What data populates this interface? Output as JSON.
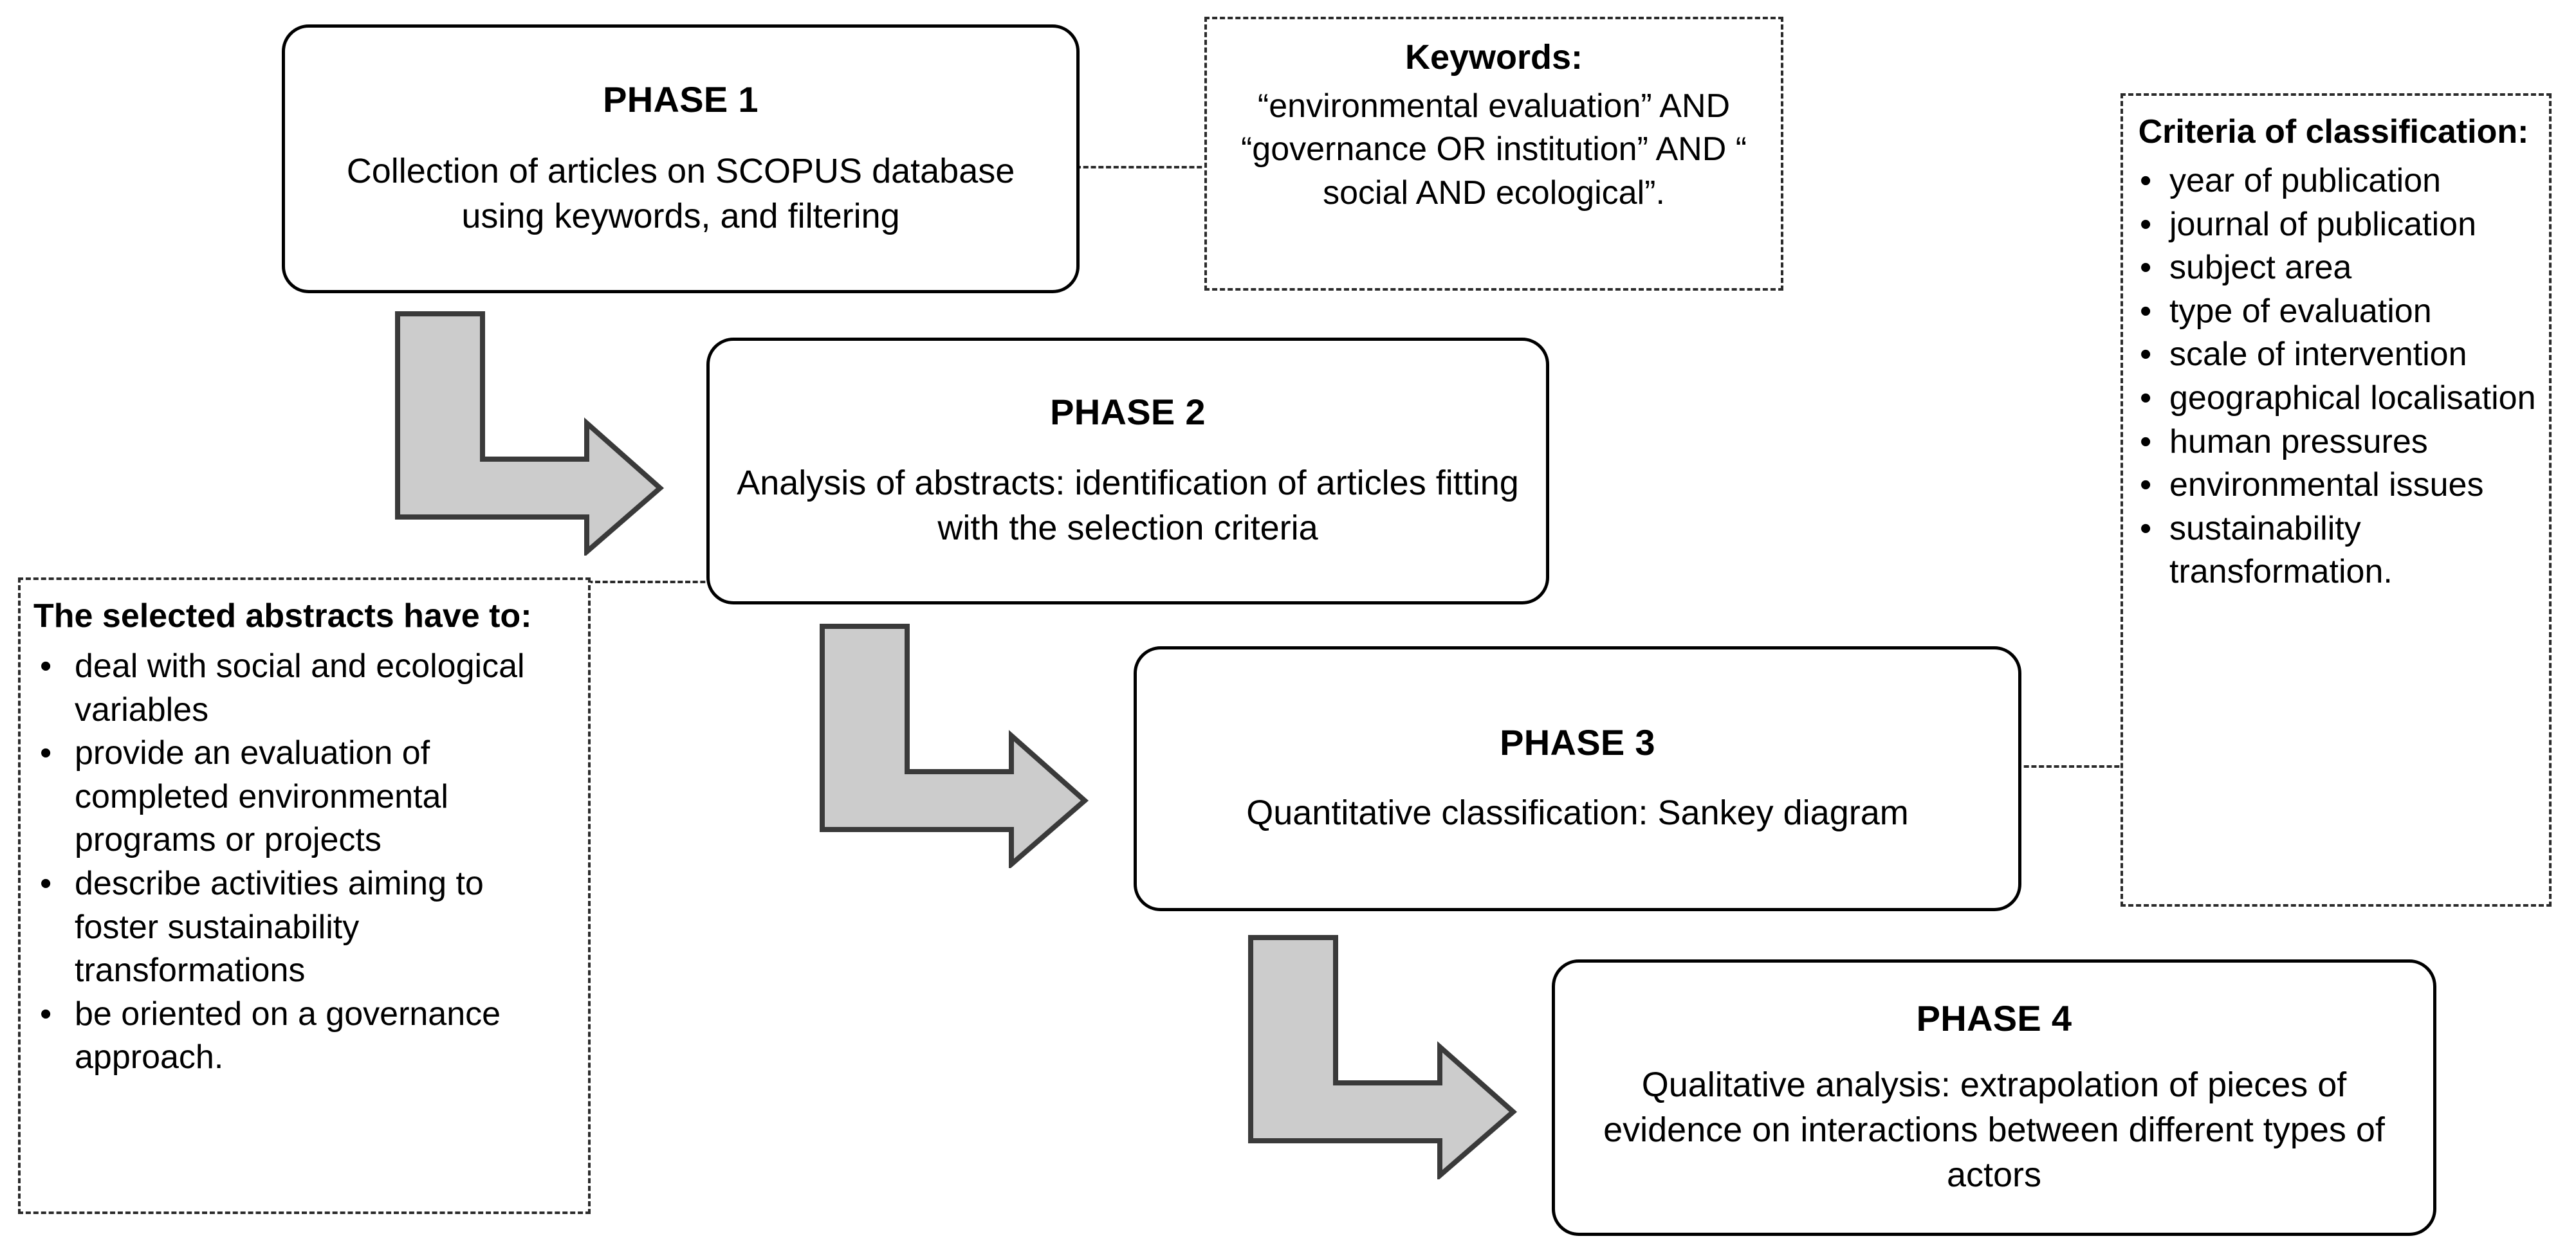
{
  "diagram": {
    "title": "Research methodology flow diagram",
    "colors": {
      "box_border": "#000000",
      "note_border": "#2b2b2b",
      "arrow_fill": "#cccccc",
      "arrow_stroke": "#3a3a3a",
      "background": "#ffffff",
      "text": "#000000"
    }
  },
  "phases": [
    {
      "title": "PHASE 1",
      "body": "Collection of articles on SCOPUS database using keywords, and filtering"
    },
    {
      "title": "PHASE 2",
      "body": "Analysis of abstracts: identification of articles fitting with the selection criteria"
    },
    {
      "title": "PHASE 3",
      "body": "Quantitative classification: Sankey diagram"
    },
    {
      "title": "PHASE 4",
      "body": "Qualitative analysis: extrapolation of pieces of evidence on interactions between different types of actors"
    }
  ],
  "keywords_note": {
    "title": "Keywords:",
    "body": "“environmental evaluation” AND “governance OR institution” AND “ social AND ecological”."
  },
  "criteria_note": {
    "title": "Criteria of classification:",
    "bullet": "•",
    "items": [
      "year of publication",
      "journal of publication",
      "subject area",
      "type of evaluation",
      "scale of intervention",
      "geographical localisation",
      "human pressures",
      "environmental issues",
      "sustainability transformation."
    ]
  },
  "abstracts_note": {
    "title": "The selected abstracts have to:",
    "bullet": "•",
    "items": [
      "deal with social and ecological variables",
      "provide an evaluation of completed environmental programs or projects",
      "describe activities aiming to foster sustainability transformations",
      "be oriented on a governance approach."
    ]
  },
  "connectors": [
    {
      "name": "phase1-to-keywords",
      "style": "dashed"
    },
    {
      "name": "phase2-to-abstracts",
      "style": "dashed"
    },
    {
      "name": "phase3-to-criteria",
      "style": "dashed"
    }
  ],
  "arrows": [
    {
      "name": "phase1-to-phase2",
      "shape": "bent-arrow-down-right"
    },
    {
      "name": "phase2-to-phase3",
      "shape": "bent-arrow-down-right"
    },
    {
      "name": "phase3-to-phase4",
      "shape": "bent-arrow-down-right"
    }
  ]
}
